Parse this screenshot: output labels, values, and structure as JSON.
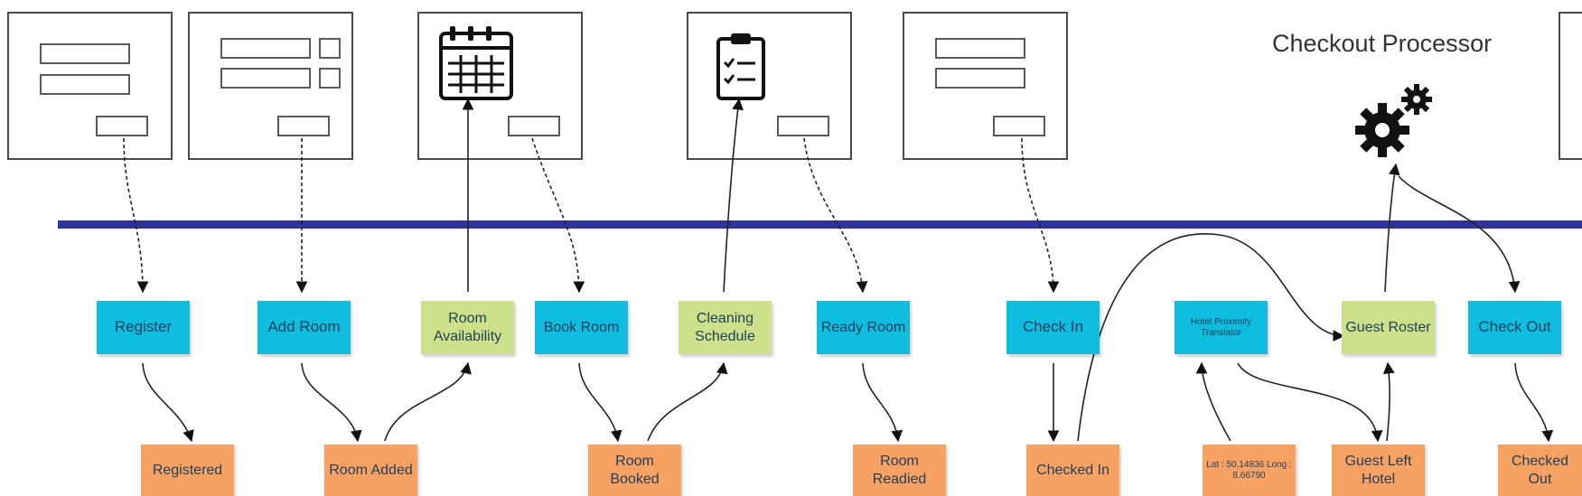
{
  "processor": {
    "title": "Checkout Processor"
  },
  "commands": {
    "register": "Register",
    "add_room": "Add Room",
    "book_room": "Book Room",
    "ready_room": "Ready Room",
    "check_in": "Check In",
    "check_out": "Check Out"
  },
  "read_models": {
    "room_availability": "Room Availability",
    "cleaning_schedule": "Cleaning Schedule",
    "guest_roster": "Guest Roster"
  },
  "translators": {
    "hotel_proximity": "Hotel Proximity Translator"
  },
  "events": {
    "registered": "Registered",
    "room_added": "Room Added",
    "room_booked": "Room Booked",
    "room_readied": "Room Readied",
    "checked_in": "Checked In",
    "lat_long": "Lat : 50.14836 Long : 8.66790",
    "guest_left_hotel": "Guest Left Hotel",
    "checked_out": "Checked Out"
  },
  "colors": {
    "command": "#0fbde0",
    "read_model": "#cde08a",
    "event": "#f7a263",
    "bus": "#2e3596"
  },
  "icons": [
    "calendar-icon",
    "checklist-icon",
    "gears-icon"
  ]
}
